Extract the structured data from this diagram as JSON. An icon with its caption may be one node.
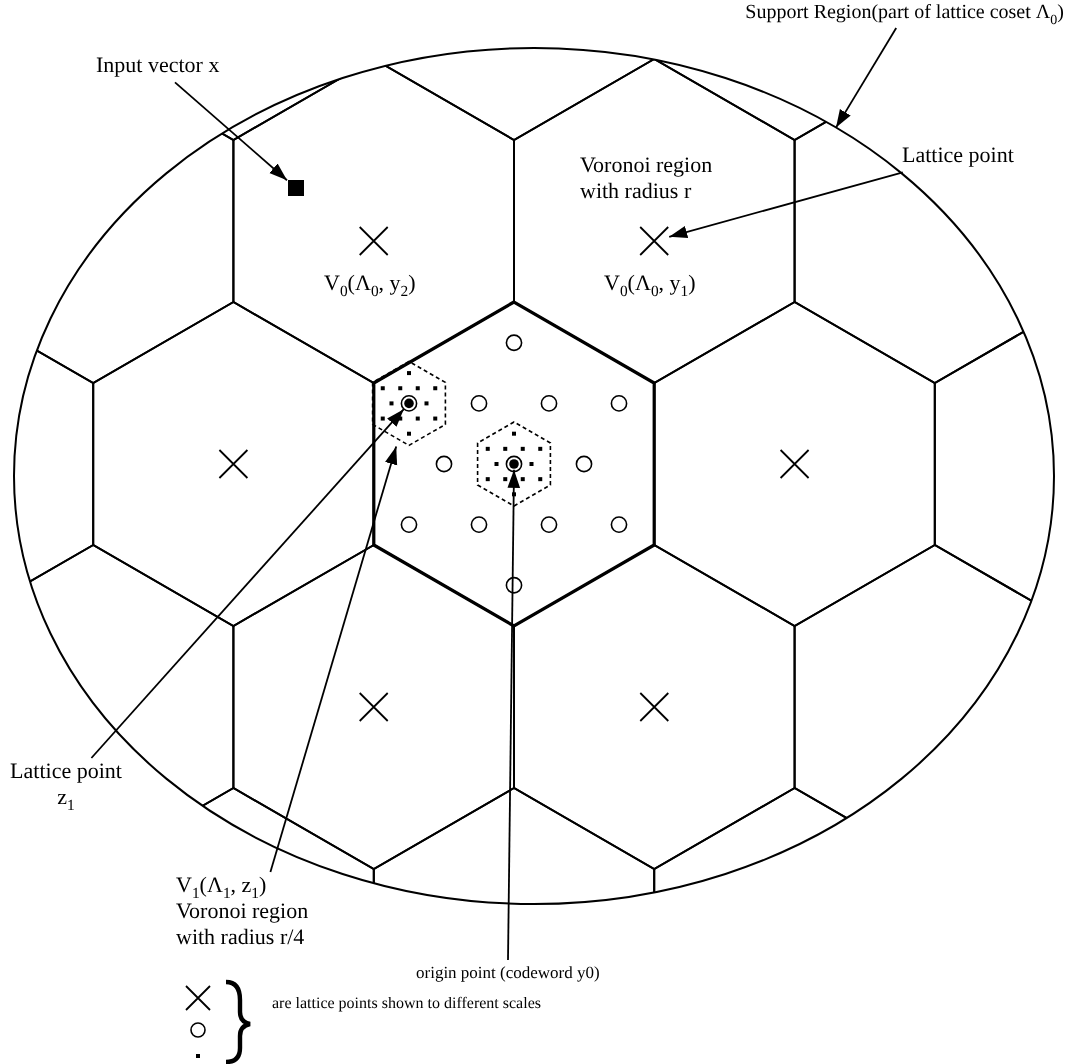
{
  "diagram": {
    "nodes": [
      {
        "text": [
          "Support Region(part of lattice coset Λ$_{0}$)"
        ]
      },
      {
        "text": [],
        "shape": "ellipse"
      },
      {
        "text": [
          "Input vector x"
        ]
      },
      {
        "text": [],
        "shape": "box",
        "in": 1
      },
      {
        "text": [
          "Lattice point"
        ]
      },
      {
        "text": [],
        "shape": "cross",
        "in": 1
      },
      {
        "text": [
          "Lattice point z$_{1}$"
        ]
      },
      {
        "text": [],
        "shape": "hexagon",
        "in": 1
      },
      {
        "text": [],
        "shape": "dot",
        "in": 7
      },
      {
        "text": [
          "V$_{1}$(Λ$_{1}$, z$_{1}$) Voronoi region with radius r/4"
        ]
      },
      {
        "text": [
          "origin point (codeword y0)"
        ]
      },
      {
        "text": [],
        "shape": "dot",
        "in": 1
      }
    ],
    "edges": [
      {
        "from": 0,
        "to": 1,
        "arrow": "to"
      },
      {
        "from": 2,
        "to": 3,
        "arrow": "to"
      },
      {
        "from": 4,
        "to": 5,
        "arrow": "to"
      },
      {
        "from": 6,
        "to": 8,
        "arrow": "to"
      },
      {
        "from": 9,
        "to": 7,
        "arrow": "to"
      },
      {
        "from": 10,
        "to": 11,
        "arrow": "to"
      }
    ],
    "labels": [
      "Voronoi region with radius r",
      "V$_{0}$(Λ$_{0}$, y$_{2}$)",
      "V$_{0}$(Λ$_{0}$, y$_{1}$)",
      "are lattice points shown to different scales"
    ]
  }
}
